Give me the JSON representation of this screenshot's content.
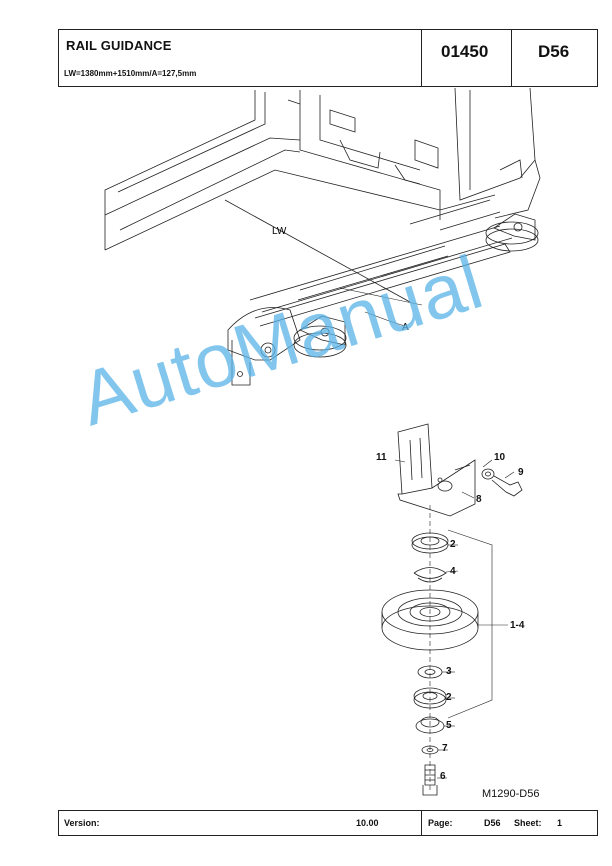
{
  "header": {
    "title": "RAIL GUIDANCE",
    "subtitle": "LW=1380mm+1510mm/A=127,5mm",
    "part_group": "01450",
    "section": "D56"
  },
  "drawing": {
    "dimension_labels": {
      "lw": "LW",
      "a": "A"
    },
    "callouts": [
      "11",
      "10",
      "9",
      "8",
      "2",
      "4",
      "1-4",
      "3",
      "2",
      "5",
      "7",
      "6"
    ],
    "figure_id": "M1290-D56"
  },
  "watermark": "AutoManual",
  "footer": {
    "version_label": "Version:",
    "version_value": "10.00",
    "page_label": "Page:",
    "page_value": "D56",
    "sheet_label": "Sheet:",
    "sheet_value": "1"
  }
}
